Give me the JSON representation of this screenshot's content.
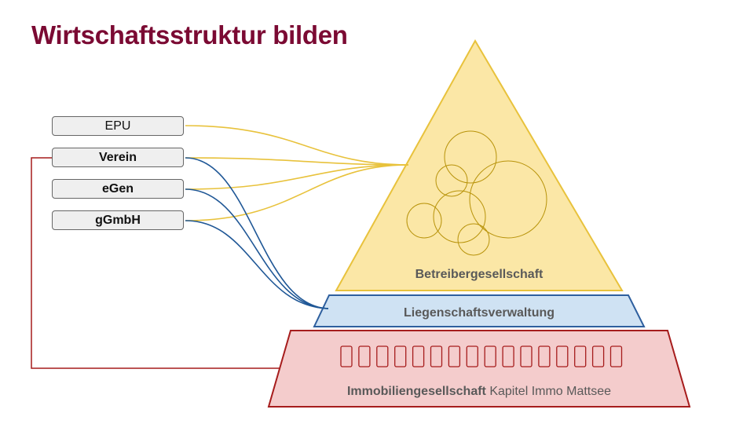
{
  "title": "Wirtschaftsstruktur bilden",
  "entities": [
    {
      "label": "EPU",
      "bold": false
    },
    {
      "label": "Verein",
      "bold": true
    },
    {
      "label": "eGen",
      "bold": true
    },
    {
      "label": "gGmbH",
      "bold": true
    }
  ],
  "layers": {
    "operator": {
      "label": "Betreibergesellschaft",
      "fill": "#fbe7a6",
      "stroke": "#e8c23c"
    },
    "property_management": {
      "label": "Liegenschaftsverwaltung",
      "fill": "#cfe2f3",
      "stroke": "#2e5f9e"
    },
    "real_estate": {
      "label_bold": "Immobiliengesellschaft",
      "label_rest": " Kapitel Immo Mattsee",
      "fill": "#f4cccc",
      "stroke": "#a61c1c"
    }
  },
  "colors": {
    "title": "#7b0a33",
    "operator_link": "#e8c23c",
    "management_link": "#1f5796",
    "real_estate_link": "#a61c1c",
    "layer_text": "#595959"
  },
  "units_count": 16,
  "circles_count": 6
}
